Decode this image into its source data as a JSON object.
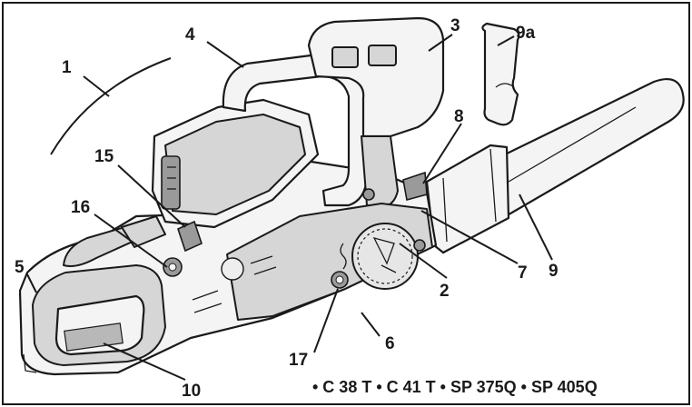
{
  "callouts": {
    "c1": "1",
    "c2": "2",
    "c3": "3",
    "c4": "4",
    "c5": "5",
    "c6": "6",
    "c7": "7",
    "c8": "8",
    "c9": "9",
    "c9a": "9a",
    "c10": "10",
    "c15": "15",
    "c16": "16",
    "c17": "17"
  },
  "caption": "• C 38 T • C 41 T • SP 375Q • SP 405Q"
}
